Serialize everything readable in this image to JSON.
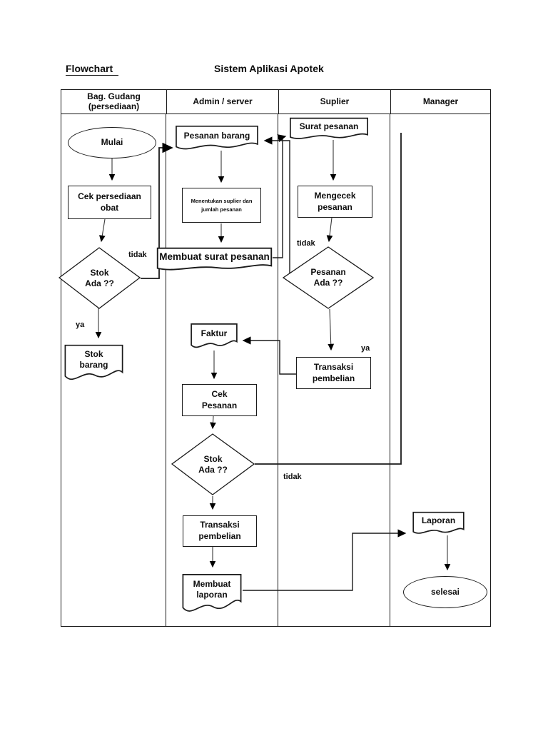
{
  "title": {
    "page_label": "Flowchart",
    "diagram_title": "Sistem Aplikasi Apotek"
  },
  "lanes": [
    {
      "label": "Bag. Gudang (persediaan)"
    },
    {
      "label": "Admin / server"
    },
    {
      "label": "Suplier"
    },
    {
      "label": "Manager"
    }
  ],
  "nodes": {
    "mulai": "Mulai",
    "cek_persediaan_obat": "Cek persediaan obat",
    "stok_ada_gudang": "Stok Ada ??",
    "stok_barang": "Stok barang",
    "pesanan_barang": "Pesanan barang",
    "menentukan_suplier": "Menentukan suplier dan jumlah pesanan",
    "membuat_surat_pesanan": "Membuat surat pesanan",
    "faktur": "Faktur",
    "cek_pesanan": "Cek Pesanan",
    "stok_ada_admin": "Stok Ada ??",
    "transaksi_pembelian_admin": "Transaksi pembelian",
    "membuat_laporan": "Membuat laporan",
    "surat_pesanan": "Surat pesanan",
    "mengecek_pesanan": "Mengecek pesanan",
    "pesanan_ada": "Pesanan Ada ??",
    "transaksi_pembelian_suplier": "Transaksi pembelian",
    "laporan": "Laporan",
    "selesai": "selesai"
  },
  "edge_labels": {
    "tidak_stok_gudang": "tidak",
    "ya_stok_gudang": "ya",
    "tidak_pesanan_ada": "tidak",
    "ya_pesanan_ada": "ya",
    "tidak_stok_admin": "tidak"
  },
  "colors": {
    "background": "#ffffff",
    "line": "#1a1a1a",
    "text": "#0d0d0d"
  }
}
